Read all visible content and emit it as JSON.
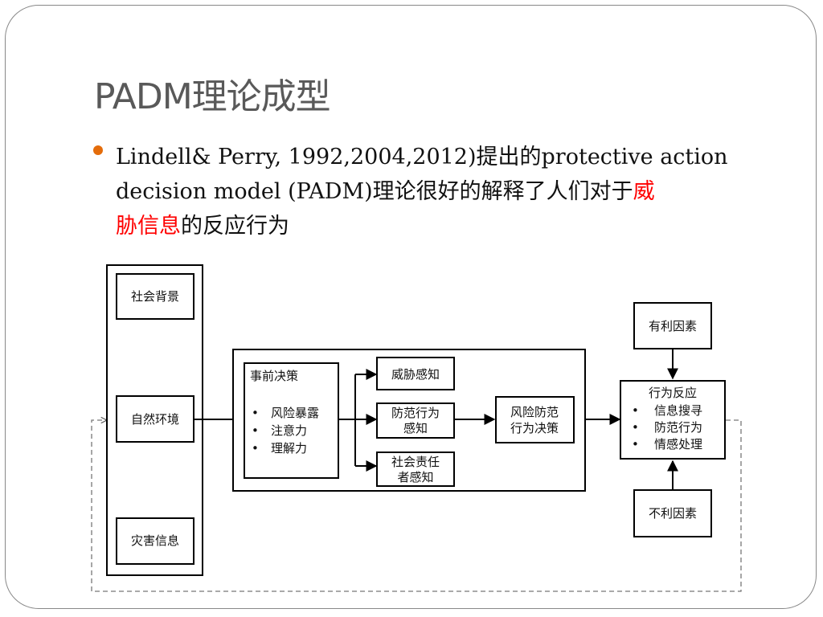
{
  "title": "PADM理论成型",
  "bullet": {
    "line1_text": "Lindell& Perry, 1992,2004,2012)提出的protective action",
    "line2_text": "decision model (PADM)理论很好的解释了人们对于",
    "line2_red": "威",
    "line3_red": "胁信息",
    "line3_text": "的反应行为"
  },
  "diagram": {
    "social_background": "社会背景",
    "natural_environment": "自然环境",
    "disaster_info": "灾害信息",
    "pre_decision": {
      "title": "事前决策",
      "items": [
        "风险暴露",
        "注意力",
        "理解力"
      ]
    },
    "threat_perception": "威胁感知",
    "protective_perception": [
      "防范行为",
      "感知"
    ],
    "stakeholder_perception": [
      "社会责任",
      "者感知"
    ],
    "protective_decision": [
      "风险防范",
      "行为决策"
    ],
    "behavioral_response": {
      "title": "行为反应",
      "items": [
        "信息搜寻",
        "防范行为",
        "情感处理"
      ]
    },
    "favorable_factors": "有利因素",
    "unfavorable_factors": "不利因素"
  }
}
